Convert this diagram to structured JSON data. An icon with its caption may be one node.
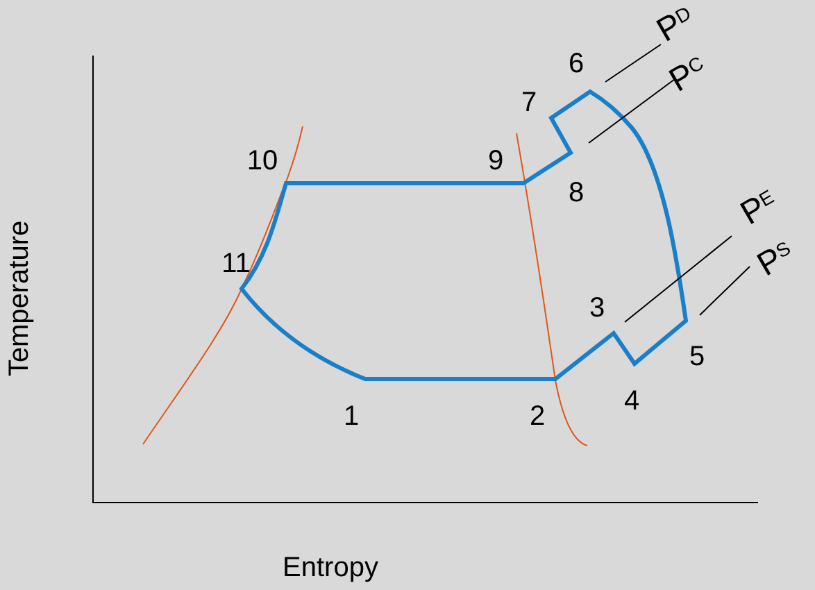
{
  "diagram": {
    "labels": [
      "P$_{D}$",
      "6",
      "P$_{C}$",
      "7",
      "10",
      "9",
      "8",
      "P$_{E}$",
      "11",
      "3",
      "P$_{S}$",
      "5",
      "Temperature",
      "1",
      "2",
      "4",
      "Entropy"
    ]
  }
}
